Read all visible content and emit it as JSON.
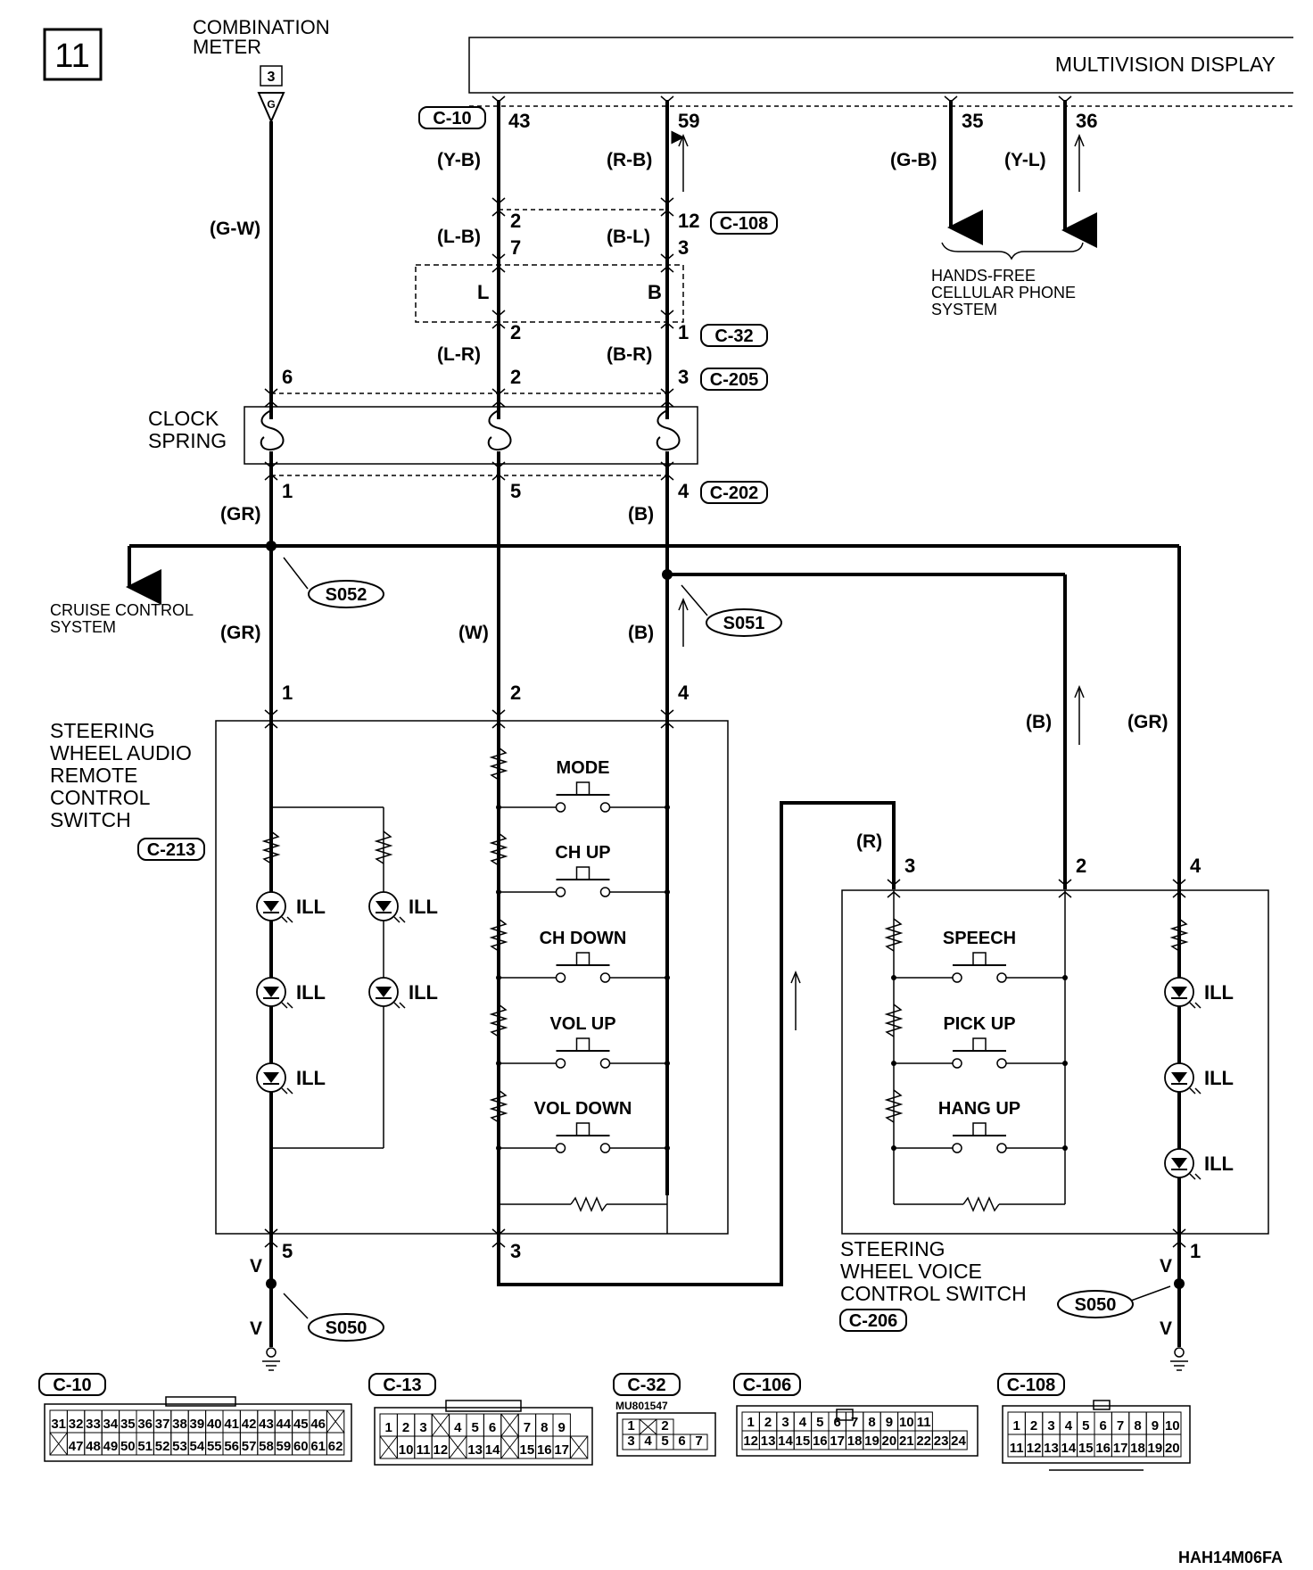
{
  "page": {
    "number": "11",
    "code": "HAH14M06FA"
  },
  "components": {
    "combination_meter": [
      "COMBINATION",
      "METER"
    ],
    "combination_meter_connector": "3",
    "combination_meter_terminal": "G",
    "multivision_display": "MULTIVISION DISPLAY",
    "hands_free": [
      "HANDS-FREE",
      "CELLULAR PHONE",
      "SYSTEM"
    ],
    "cruise_control": [
      "CRUISE CONTROL",
      "SYSTEM"
    ],
    "clock_spring": [
      "CLOCK",
      "SPRING"
    ],
    "audio_switch": [
      "STEERING",
      "WHEEL AUDIO",
      "REMOTE",
      "CONTROL",
      "SWITCH"
    ],
    "audio_switch_connector": "C-213",
    "voice_switch": [
      "STEERING",
      "WHEEL VOICE",
      "CONTROL SWITCH"
    ],
    "voice_switch_connector": "C-206"
  },
  "connectors": {
    "c10": "C-10",
    "c108": "C-108",
    "c32": "C-32",
    "c205": "C-205",
    "c202": "C-202",
    "c13": "C-13",
    "c106": "C-106"
  },
  "splices": {
    "s052": "S052",
    "s051": "S051",
    "s050_left": "S050",
    "s050_right": "S050"
  },
  "wire_colors": {
    "g_w": "(G-W)",
    "y_b": "(Y-B)",
    "r_b": "(R-B)",
    "g_b": "(G-B)",
    "y_l": "(Y-L)",
    "l_b": "(L-B)",
    "b_l": "(B-L)",
    "l_r": "(L-R)",
    "b_r": "(B-R)",
    "gr_1": "(GR)",
    "b_1": "(B)",
    "gr_2": "(GR)",
    "w": "(W)",
    "b_2": "(B)",
    "b_3": "(B)",
    "gr_3": "(GR)",
    "r": "(R)",
    "v_1": "V",
    "v_2": "V",
    "v_3": "V",
    "v_4": "V",
    "l": "L",
    "b": "B"
  },
  "pins": {
    "p43": "43",
    "p59": "59",
    "p35": "35",
    "p36": "36",
    "p2a": "2",
    "p12": "12",
    "p7": "7",
    "p3a": "3",
    "p2b": "2",
    "p1a": "1",
    "p6": "6",
    "p2c": "2",
    "p3b": "3",
    "p1b": "1",
    "p5a": "5",
    "p4a": "4",
    "p1c": "1",
    "p2d": "2",
    "p4b": "4",
    "p3c": "3",
    "p2e": "2",
    "p4c": "4",
    "p5b": "5",
    "p3d": "3",
    "p1d": "1"
  },
  "switches": {
    "audio": [
      "MODE",
      "CH UP",
      "CH DOWN",
      "VOL UP",
      "VOL DOWN"
    ],
    "voice": [
      "SPEECH",
      "PICK UP",
      "HANG UP"
    ]
  },
  "ill_label": "ILL",
  "connector_faces": {
    "c10": {
      "row1": [
        "31",
        "32",
        "33",
        "34",
        "35",
        "36",
        "37",
        "38",
        "39",
        "40",
        "41",
        "42",
        "43",
        "44",
        "45",
        "46",
        "X"
      ],
      "row2": [
        "X",
        "47",
        "48",
        "49",
        "50",
        "51",
        "52",
        "53",
        "54",
        "55",
        "56",
        "57",
        "58",
        "59",
        "60",
        "61",
        "62"
      ]
    },
    "c13": {
      "row1": [
        "1",
        "2",
        "3",
        "X",
        "4",
        "5",
        "6",
        "X",
        "7",
        "8",
        "9"
      ],
      "row2": [
        "X",
        "10",
        "11",
        "12",
        "X",
        "13",
        "14",
        "X",
        "15",
        "16",
        "17",
        "X"
      ]
    },
    "c32": {
      "part": "MU801547",
      "row1": [
        "1",
        "X",
        "2"
      ],
      "row2": [
        "3",
        "4",
        "5",
        "6",
        "7"
      ]
    },
    "c106": {
      "row1": [
        "1",
        "2",
        "3",
        "4",
        "5",
        "6",
        "7",
        "8",
        "9",
        "10",
        "11"
      ],
      "row2": [
        "12",
        "13",
        "14",
        "15",
        "16",
        "17",
        "18",
        "19",
        "20",
        "21",
        "22",
        "23",
        "24"
      ]
    },
    "c108": {
      "row1": [
        "1",
        "2",
        "3",
        "4",
        "5",
        "6",
        "7",
        "8",
        "9",
        "10"
      ],
      "row2": [
        "11",
        "12",
        "13",
        "14",
        "15",
        "16",
        "17",
        "18",
        "19",
        "20"
      ]
    }
  }
}
